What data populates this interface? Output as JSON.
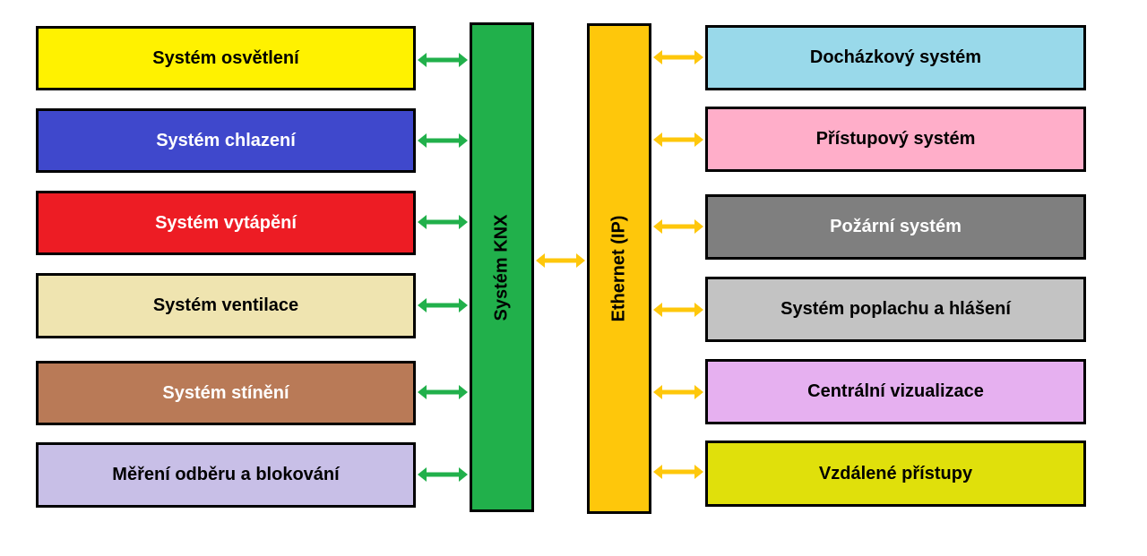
{
  "colors": {
    "knx_bus": "#21b04b",
    "ethernet_bus": "#fec70b",
    "green_arrow": "#21b04b",
    "yellow_arrow": "#fec70b"
  },
  "knx_bus": {
    "label": "Systém KNX"
  },
  "ethernet_bus": {
    "label": "Ethernet (IP)"
  },
  "left_systems": [
    {
      "label": "Systém osvětlení",
      "bg": "#fff200",
      "fg": "#000000"
    },
    {
      "label": "Systém chlazení",
      "bg": "#3f48cc",
      "fg": "#ffffff"
    },
    {
      "label": "Systém vytápění",
      "bg": "#ed1c24",
      "fg": "#ffffff"
    },
    {
      "label": "Systém ventilace",
      "bg": "#efe4b0",
      "fg": "#000000"
    },
    {
      "label": "Systém stínění",
      "bg": "#b97a57",
      "fg": "#ffffff"
    },
    {
      "label": "Měření odběru a blokování",
      "bg": "#c8bfe7",
      "fg": "#000000"
    }
  ],
  "right_systems": [
    {
      "label": "Docházkový systém",
      "bg": "#99d9ea",
      "fg": "#000000"
    },
    {
      "label": "Přístupový systém",
      "bg": "#ffaec9",
      "fg": "#000000"
    },
    {
      "label": "Požární systém",
      "bg": "#7f7f7f",
      "fg": "#ffffff"
    },
    {
      "label": "Systém poplachu a hlášení",
      "bg": "#c3c3c3",
      "fg": "#000000"
    },
    {
      "label": "Centrální vizualizace",
      "bg": "#e6b0f0",
      "fg": "#000000"
    },
    {
      "label": "Vzdálené přístupy",
      "bg": "#e0e00b",
      "fg": "#000000"
    }
  ]
}
